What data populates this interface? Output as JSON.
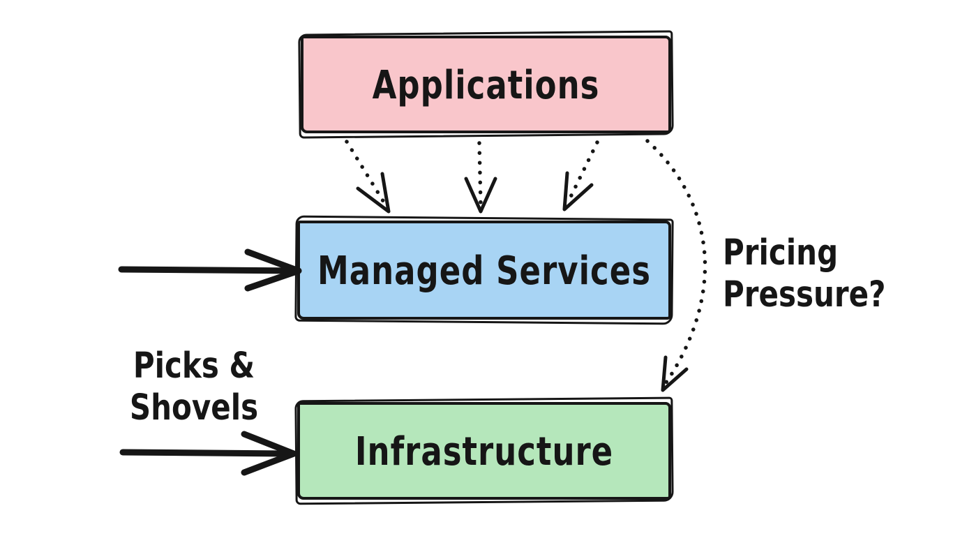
{
  "canvas": {
    "background": "#ffffff",
    "ink": "#161616"
  },
  "boxes": [
    {
      "name": "applications",
      "label": "Applications",
      "fill": "#f9c6cb"
    },
    {
      "name": "managed-services",
      "label": "Managed Services",
      "fill": "#a8d4f4"
    },
    {
      "name": "infrastructure",
      "label": "Infrastructure",
      "fill": "#b5e7bb"
    }
  ],
  "annotations": {
    "pricing_pressure": "Pricing Pressure?",
    "picks_shovels": "Picks & Shovels"
  },
  "arrows": [
    {
      "name": "dotted-arrow-applications-to-managed-left",
      "style": "dotted"
    },
    {
      "name": "dotted-arrow-applications-to-managed-middle",
      "style": "dotted"
    },
    {
      "name": "dotted-arrow-applications-to-managed-right",
      "style": "dotted"
    },
    {
      "name": "dotted-curve-applications-to-infrastructure",
      "style": "dotted"
    },
    {
      "name": "solid-arrow-into-managed-services",
      "style": "solid"
    },
    {
      "name": "solid-arrow-into-infrastructure",
      "style": "solid"
    }
  ]
}
